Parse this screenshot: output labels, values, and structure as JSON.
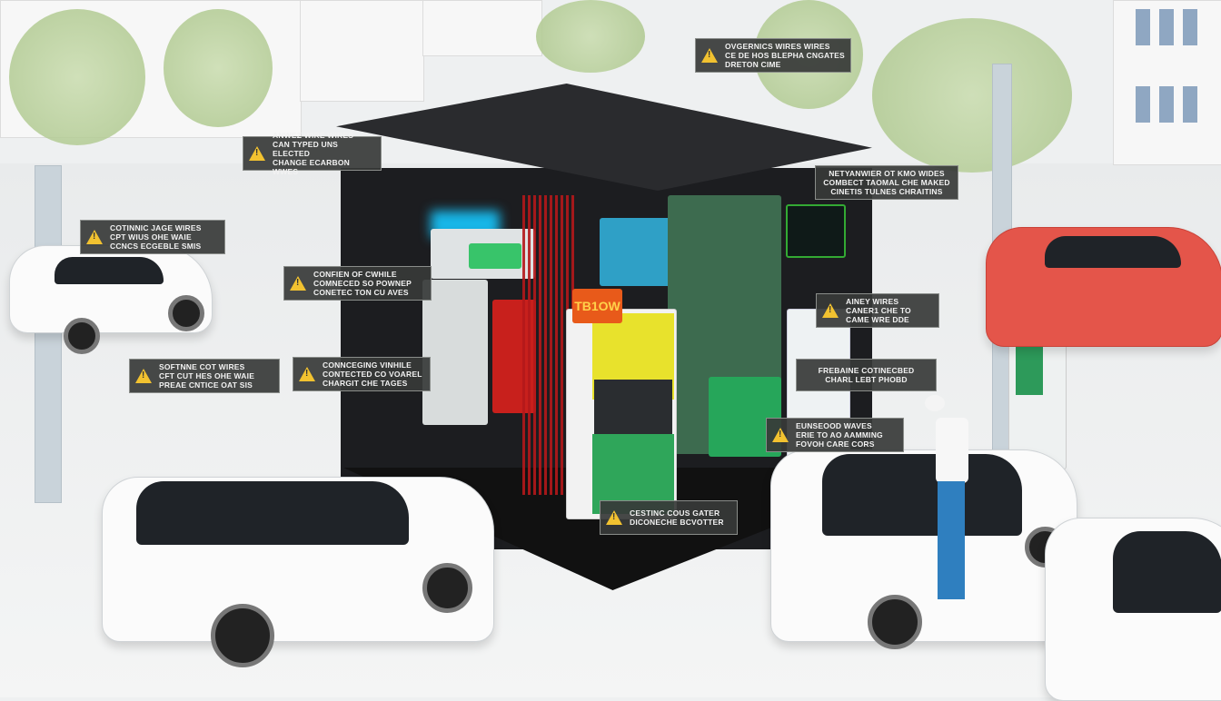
{
  "scene": {
    "colors": {
      "background": "#eef0f1",
      "enclosure": "#1c1d20",
      "warning": "#f2c230",
      "label_bg": "#373a38",
      "red_car": "#e4554a",
      "wires": "#c8201c",
      "charger_green": "#2fa65a",
      "charger_yellow": "#e8e22c"
    },
    "sign": "TB1OW"
  },
  "labels": [
    {
      "lines": [
        "Anwez wire wires",
        "Can typed uns elected",
        "Change ecarbon wwes"
      ],
      "icon": "warning-icon"
    },
    {
      "lines": [
        "Ovgernics wires wires",
        "Ce de hos blepha cngates",
        "Dreton cime"
      ],
      "icon": "warning-icon"
    },
    {
      "lines": [
        "Netyanwier ot kmo wides",
        "Combect taomal che maked",
        "Cinetis tulnes chraitins"
      ],
      "icon": "none"
    },
    {
      "lines": [
        "Cotinnic jage wires",
        "Cpt wius ohe waie",
        "Ccncs ecgeble smis"
      ],
      "icon": "warning-icon"
    },
    {
      "lines": [
        "Confien of cwhile",
        "Comneced so pownep",
        "Conetec ton cu aves"
      ],
      "icon": "warning-icon"
    },
    {
      "lines": [
        "Ainey wires",
        "Caner1 che to",
        "Came wre dde"
      ],
      "icon": "warning-icon"
    },
    {
      "lines": [
        "Softnne cot wires",
        "Cft cut hes ohe waie",
        "Preae cntice oat sis"
      ],
      "icon": "warning-icon"
    },
    {
      "lines": [
        "Connceging vinhile",
        "Contected co voarel",
        "Chargit che tages"
      ],
      "icon": "warning-icon"
    },
    {
      "lines": [
        "Frebaine cotinecbed",
        "Charl lebt phobd"
      ],
      "icon": "none"
    },
    {
      "lines": [
        "Eunseood waves",
        "Erie to ao aamming",
        "Fovoh care cors"
      ],
      "icon": "warning-icon"
    },
    {
      "lines": [
        "Cestinc cous gater",
        "Diconeche bcvotter"
      ],
      "icon": "warning-icon"
    }
  ]
}
